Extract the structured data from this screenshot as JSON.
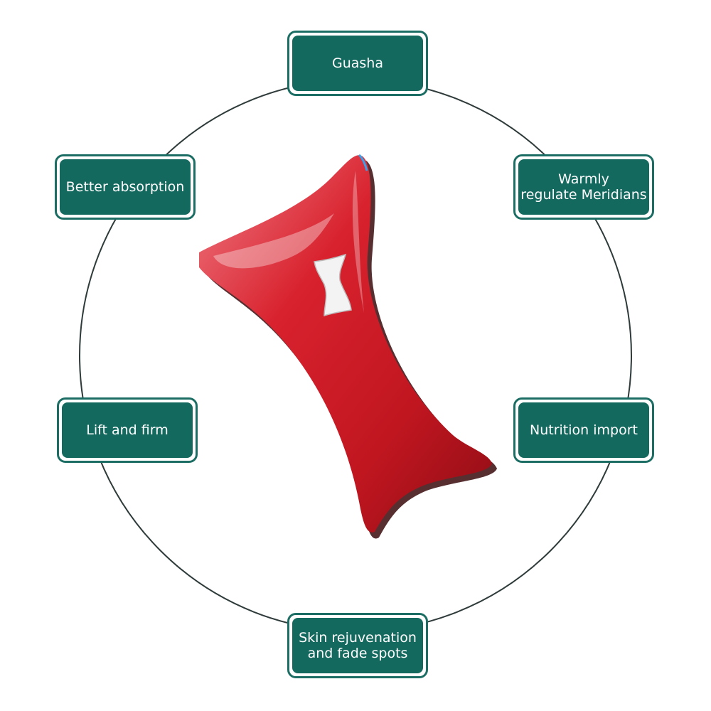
{
  "colors": {
    "ring": "#2f3b3a",
    "box_fill": "#14695f",
    "box_border": "#1c6e64",
    "device_red": "#d5222c",
    "device_highlight": "#f0f0f0"
  },
  "labels": {
    "top": "Guasha",
    "upper_left": "Better absorption",
    "upper_right": "Warmly\nregulate Meridians",
    "lower_left": "Lift and firm",
    "lower_right": "Nutrition import",
    "bottom": "Skin rejuvenation\nand fade spots"
  },
  "device": {
    "name": "red-guasha-device"
  }
}
